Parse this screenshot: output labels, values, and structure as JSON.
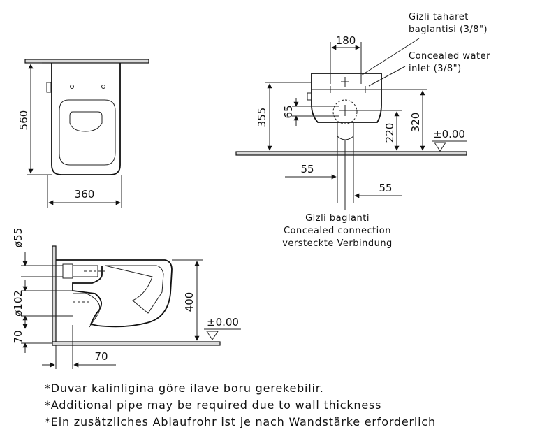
{
  "top_view": {
    "depth": "560",
    "width": "360"
  },
  "front_view": {
    "spacing_top": "180",
    "height_355": "355",
    "height_65": "65",
    "height_220": "220",
    "height_320": "320",
    "offset_left": "55",
    "offset_right": "55",
    "level": "±0.00",
    "label_tr_line1": "Gizli taharet",
    "label_tr_line2": "baglantisi (3/8\")",
    "label_en_line1": "Concealed water",
    "label_en_line2": "inlet (3/8\")",
    "connection_tr": "Gizli baglanti",
    "connection_en": "Concealed connection",
    "connection_de": "versteckte Verbindung"
  },
  "side_view": {
    "dia_55": "ø55",
    "dia_102": "ø102",
    "height_400": "400",
    "height_70": "70",
    "depth_70": "70",
    "level": "±0.00"
  },
  "notes": {
    "tr": "*Duvar kalinligina göre ilave boru gerekebilir.",
    "en": "*Additional pipe may be required due to wall thickness",
    "de": "*Ein zusätzliches Ablaufrohr ist je nach Wandstärke erforderlich"
  }
}
